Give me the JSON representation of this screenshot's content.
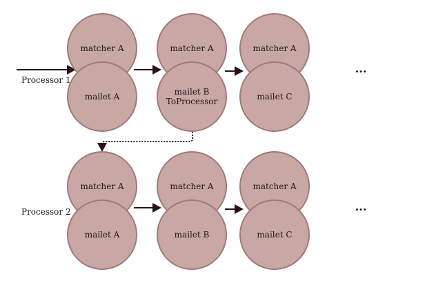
{
  "processors": [
    {
      "label": "Processor 1",
      "stages": [
        {
          "matcher": "matcher A",
          "mailet": [
            "mailet A"
          ]
        },
        {
          "matcher": "matcher A",
          "mailet": [
            "mailet B",
            "ToProcessor"
          ]
        },
        {
          "matcher": "matcher A",
          "mailet": [
            "mailet C"
          ]
        }
      ],
      "ellipsis": "..."
    },
    {
      "label": "Processor 2",
      "stages": [
        {
          "matcher": "matcher A",
          "mailet": [
            "mailet A"
          ]
        },
        {
          "matcher": "matcher A",
          "mailet": [
            "mailet B"
          ]
        },
        {
          "matcher": "matcher A",
          "mailet": [
            "mailet C"
          ]
        }
      ],
      "ellipsis": "..."
    }
  ],
  "colors": {
    "node_fill": "#c9a7a5",
    "node_stroke": "#9e7a78",
    "arrow": "#2a1218"
  }
}
